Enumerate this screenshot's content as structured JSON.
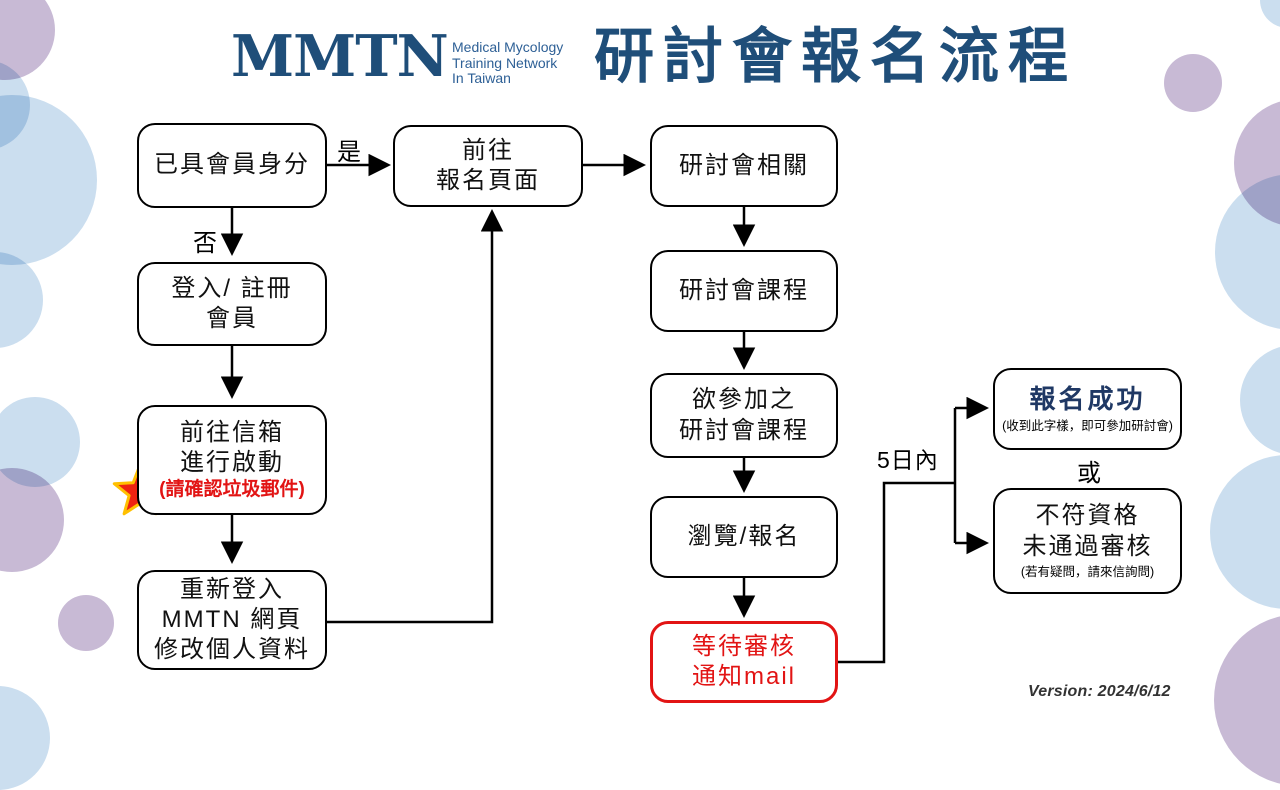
{
  "header": {
    "logo_acronym": "MMTN",
    "logo_tagline": [
      "Medical Mycology",
      "Training Network",
      "In Taiwan"
    ],
    "title": "研討會報名流程"
  },
  "colors": {
    "brand_navy": "#1F4E79",
    "tagline_blue": "#2E6096",
    "alert_red": "#E21414",
    "success_navy": "#1F3864",
    "line_black": "#000000",
    "circle_blue": "#CBDEEF",
    "circle_purple": "#C8BAD5"
  },
  "flowchart": {
    "nodes": [
      {
        "id": "has-membership",
        "lines": [
          "已具會員身分"
        ]
      },
      {
        "id": "go-registration-page",
        "lines": [
          "前往",
          "報名頁面"
        ]
      },
      {
        "id": "login-or-register",
        "lines": [
          "登入/ 註冊",
          "會員"
        ]
      },
      {
        "id": "activate-via-mailbox",
        "lines": [
          "前往信箱",
          "進行啟動"
        ],
        "note": "(請確認垃圾郵件)"
      },
      {
        "id": "relogin-update-profile",
        "lines": [
          "重新登入",
          "MMTN 網頁",
          "修改個人資料"
        ]
      },
      {
        "id": "seminar-related",
        "lines": [
          "研討會相關"
        ]
      },
      {
        "id": "seminar-courses",
        "lines": [
          "研討會課程"
        ]
      },
      {
        "id": "course-to-join",
        "lines": [
          "欲參加之",
          "研討會課程"
        ]
      },
      {
        "id": "browse-register",
        "lines": [
          "瀏覽/報名"
        ]
      },
      {
        "id": "await-review-mail",
        "lines": [
          "等待審核",
          "通知mail"
        ]
      },
      {
        "id": "registration-success",
        "lines": [
          "報名成功"
        ],
        "note": "(收到此字樣，即可參加研討會)"
      },
      {
        "id": "not-qualified",
        "lines": [
          "不符資格",
          "未通過審核"
        ],
        "note": "(若有疑問，請來信詢問)"
      }
    ],
    "labels": {
      "yes": "是",
      "no": "否",
      "within_5_days": "5日內",
      "or": "或"
    }
  },
  "footer": {
    "version": "Version: 2024/6/12"
  }
}
